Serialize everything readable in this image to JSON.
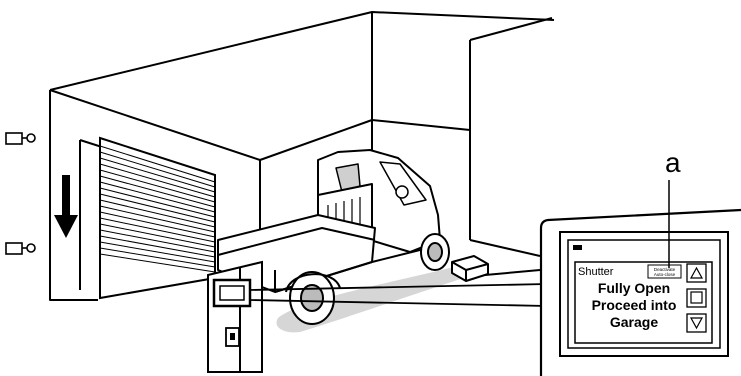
{
  "callout_letter": "a",
  "panel": {
    "title": "Shutter",
    "badge_line1": "Deactivate",
    "badge_line2": "Auto-close",
    "message_line1": "Fully Open",
    "message_line2": "Proceed into",
    "message_line3": "Garage"
  },
  "icons": {
    "open": "triangle-up-icon",
    "stop": "square-icon",
    "close": "triangle-down-icon",
    "direction": "arrow-down-icon",
    "sensor": "photo-sensor-icon"
  }
}
